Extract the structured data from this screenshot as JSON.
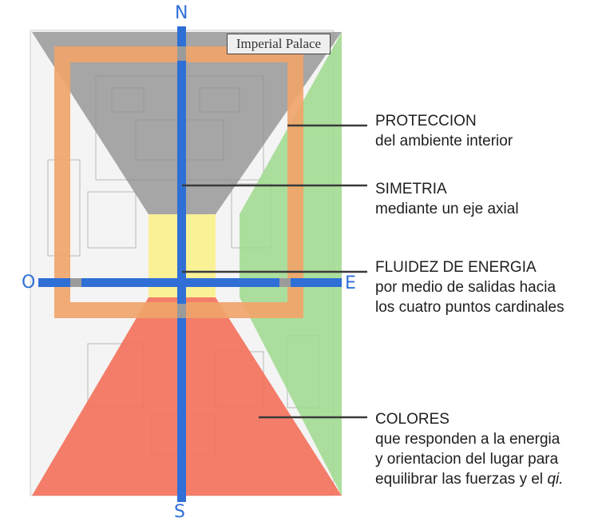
{
  "map": {
    "title": "Imperial Palace"
  },
  "compass": {
    "north": "N",
    "south": "S",
    "east": "E",
    "west": "O"
  },
  "callouts": [
    {
      "id": "proteccion",
      "lines": [
        "PROTECCION",
        "del ambiente interior"
      ]
    },
    {
      "id": "simetria",
      "lines": [
        "SIMETRIA",
        "mediante un eje axial"
      ]
    },
    {
      "id": "fluidez",
      "lines": [
        "FLUIDEZ DE ENERGIA",
        "por medio de salidas hacia",
        "los cuatro puntos cardinales"
      ]
    },
    {
      "id": "colores",
      "lines": [
        "COLORES",
        "que responden a la energia",
        "y orientacion del lugar para",
        "equilibrar las fuerzas y el"
      ],
      "italic_suffix": "qi."
    }
  ],
  "colors": {
    "axis_blue": "#2f6fd6",
    "protection_orange": "#f0a46a",
    "north_gray": "#8f8f8f",
    "east_green": "#9ed98c",
    "center_yellow": "#fbef8c",
    "south_red": "#f26c55",
    "leader_line": "#3a3a3a"
  }
}
